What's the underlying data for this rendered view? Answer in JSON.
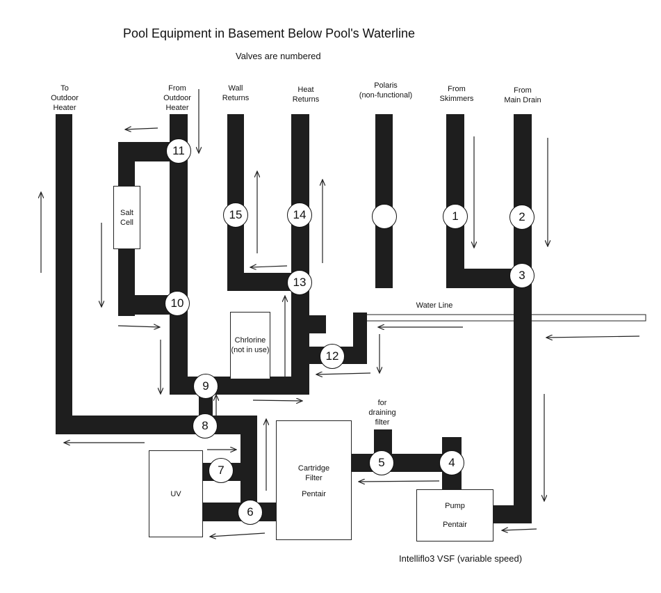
{
  "title": "Pool Equipment in Basement Below Pool's Waterline",
  "subtitle": "Valves are numbered",
  "footer": "Intelliflo3 VSF (variable speed)",
  "labels": {
    "to_outdoor_heater": "To\nOutdoor\nHeater",
    "from_outdoor_heater": "From\nOutdoor\nHeater",
    "wall_returns": "Wall\nReturns",
    "heat_returns": "Heat\nReturns",
    "polaris": "Polaris\n(non-functional)",
    "from_skimmers": "From\nSkimmers",
    "from_main_drain": "From\nMain Drain",
    "water_line": "Water Line",
    "draining_filter": "for\ndraining\nfilter"
  },
  "equipment": {
    "salt_cell": "Salt\nCell",
    "chlorine": "Chrlorine\n(not in use)",
    "cartridge_filter": "Cartridge\nFilter",
    "filter_brand": "Pentair",
    "uv": "UV",
    "pump": "Pump",
    "pump_brand": "Pentair"
  },
  "valves": {
    "v1": "1",
    "v2": "2",
    "v3": "3",
    "v4": "4",
    "v5": "5",
    "v6": "6",
    "v7": "7",
    "v8": "8",
    "v9": "9",
    "v10": "10",
    "v11": "11",
    "v12": "12",
    "v13": "13",
    "v14": "14",
    "v15": "15",
    "polaris": ""
  },
  "colors": {
    "pipe": "#1e1e1e",
    "arrow": "#222222",
    "background": "#ffffff"
  }
}
